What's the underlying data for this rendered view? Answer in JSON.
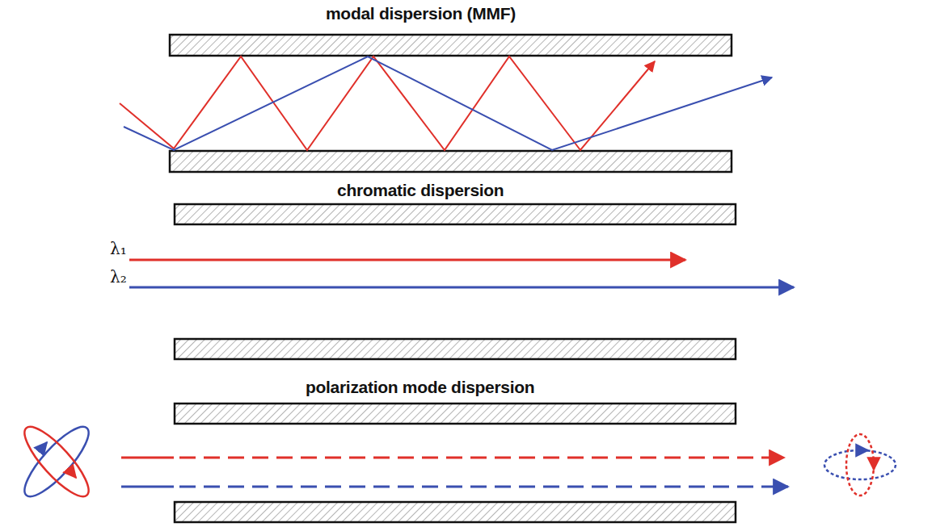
{
  "diagram": {
    "labels": [
      "modal dispersion (MMF)",
      "chromatic dispersion",
      "λ₁",
      "λ₂",
      "polarization mode dispersion"
    ]
  }
}
